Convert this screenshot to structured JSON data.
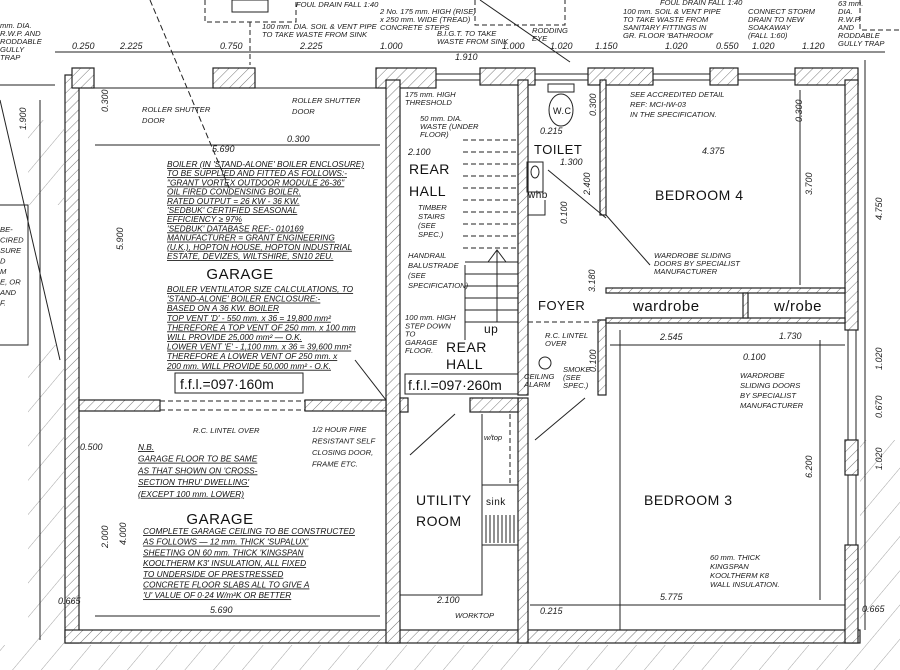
{
  "rooms": {
    "garage_upper": "GARAGE",
    "garage_lower": "GARAGE",
    "rear_hall_top": [
      "REAR",
      "HALL"
    ],
    "rear_hall_bottom": [
      "REAR",
      "HALL"
    ],
    "toilet": "TOILET",
    "foyer": "FOYER",
    "bedroom4": "BEDROOM 4",
    "bedroom3": "BEDROOM 3",
    "utility": [
      "UTILITY",
      "ROOM"
    ],
    "wardrobe": "wardrobe",
    "wrobe": "w/robe",
    "wc": "W.C",
    "whb": "whb",
    "sink": "sink",
    "up": "up"
  },
  "levels": {
    "garage_ffl": "f.f.l.=097·160m",
    "hall_ffl": "f.f.l.=097·260m"
  },
  "notes": {
    "boiler": [
      "BOILER (IN 'STAND-ALONE' BOILER ENCLOSURE)",
      "TO BE SUPPLIED AND FITTED AS FOLLOWS:-",
      "\"GRANT VORTEX OUTDOOR MODULE 26-36\"",
      "OIL FIRED CONDENSING BOILER.",
      "RATED OUTPUT = 26 KW - 36 KW.",
      "'SEDBUK' CERTIFIED SEASONAL",
      "EFFICIENCY ≥ 97%",
      "'SEDBUK' DATABASE REF:- 010169",
      "MANUFACTURER = GRANT ENGINEERING",
      "(U.K.), HOPTON HOUSE, HOPTON INDUSTRIAL",
      "ESTATE, DEVIZES, WILTSHIRE, SN10 2EU."
    ],
    "vent": [
      "BOILER VENTILATOR SIZE CALCULATIONS, TO",
      "'STAND-ALONE' BOILER ENCLOSURE:-",
      "BASED ON A 36 KW. BOILER",
      "TOP VENT 'D' - 550 mm. x 36 = 19,800 mm²",
      "THEREFORE A TOP VENT OF 250 mm. x 100 mm",
      "WILL PROVIDE 25,000 mm² — O.K.",
      "LOWER VENT 'E' - 1,100 mm. x 36 = 39,600 mm²",
      "THEREFORE A LOWER VENT OF 250 mm. x",
      "200 mm. WILL PROVIDE 50,000 mm² - O.K."
    ],
    "nb": [
      "N.B.",
      "GARAGE FLOOR TO BE SAME",
      "AS THAT SHOWN ON 'CROSS-",
      "SECTION THRU' DWELLING'",
      "(EXCEPT 100 mm. LOWER)"
    ],
    "ceiling": [
      "COMPLETE GARAGE CEILING TO BE CONSTRUCTED",
      "AS FOLLOWS — 12 mm. THICK 'SUPALUX'",
      "SHEETING ON 60 mm. THICK 'KINGSPAN",
      "KOOLTHERM K3' INSULATION, ALL FIXED",
      "TO UNDERSIDE OF PRESTRESSED",
      "CONCRETE FLOOR SLABS ALL TO GIVE A",
      "'U' VALUE OF 0·24 W/m²K OR BETTER"
    ],
    "fire_door": [
      "1/2 HOUR FIRE",
      "RESISTANT SELF",
      "CLOSING DOOR,",
      "FRAME ETC."
    ],
    "rc_lintel_garage": [
      "R.C. LINTEL OVER"
    ],
    "roller_left": [
      "ROLLER SHUTTER",
      "DOOR"
    ],
    "roller_right": [
      "ROLLER SHUTTER",
      "DOOR"
    ],
    "soil_sink": [
      "100 mm. DIA. SOIL & VENT PIPE",
      "TO TAKE WASTE FROM SINK"
    ],
    "steps": [
      "2 No. 175 mm. HIGH (RISE)",
      "x 250 mm. WIDE (TREAD)",
      "CONCRETE STEPS"
    ],
    "bigt": [
      "B.I.G.T. TO TAKE",
      "WASTE FROM SINK"
    ],
    "rodding": [
      "RODDING",
      "EYE"
    ],
    "soil_bath": [
      "100 mm. SOIL & VENT PIPE",
      "TO TAKE WASTE FROM",
      "SANITARY FITTINGS IN",
      "GR. FLOOR 'BATHROOM'"
    ],
    "storm": [
      "CONNECT STORM",
      "DRAIN TO NEW",
      "SOAKAWAY",
      "(FALL 1:60)"
    ],
    "rwp_right": [
      "63 mm.",
      "DIA.",
      "R.W.P.",
      "AND",
      "RODDABLE",
      "GULLY TRAP"
    ],
    "rwp_left": [
      "mm. DIA.",
      "R.W.P. AND",
      "RODDABLE",
      "GULLY",
      "TRAP"
    ],
    "foul_left": [
      "FOUL DRAIN FALL 1:40"
    ],
    "foul_right": [
      "FOUL DRAIN FALL 1:40"
    ],
    "threshold": [
      "175 mm. HIGH",
      "THRESHOLD"
    ],
    "waste50": [
      "50 mm. DIA.",
      "WASTE (UNDER",
      "FLOOR)"
    ],
    "timber": [
      "TIMBER",
      "STAIRS",
      "(SEE",
      "SPEC.)"
    ],
    "handrail": [
      "HANDRAIL",
      "BALUSTRADE",
      "(SEE",
      "SPECIFICATION)"
    ],
    "step_down": [
      "100 mm. HIGH",
      "STEP DOWN",
      "TO",
      "GARAGE",
      "FLOOR."
    ],
    "accredited": [
      "SEE ACCREDITED DETAIL",
      "REF: MCI-IW-03",
      "IN THE SPECIFICATION."
    ],
    "wardrobe_doors_top": [
      "WARDROBE SLIDING",
      "DOORS BY SPECIALIST",
      "MANUFACTURER"
    ],
    "wardrobe_doors_right": [
      "WARDROBE",
      "SLIDING DOORS",
      "BY SPECIALIST",
      "MANUFACTURER"
    ],
    "rc_lintel_foyer": [
      "R.C. LINTEL",
      "OVER"
    ],
    "ceiling_alarm": [
      "CEILING",
      "ALARM"
    ],
    "smoke": [
      "SMOKE",
      "(SEE",
      "SPEC.)"
    ],
    "wtop": [
      "w/top"
    ],
    "worktop": [
      "WORKTOP"
    ],
    "kingspan": [
      "60 mm. THICK",
      "KINGSPAN",
      "KOOLTHERM K8",
      "WALL INSULATION."
    ],
    "left_fragment": [
      "BE-",
      "CIRED",
      "SURE",
      "D",
      "M",
      "E, OR",
      "AND",
      "F."
    ]
  },
  "dimensions": [
    {
      "id": "t1",
      "value": "0.250"
    },
    {
      "id": "t2",
      "value": "2.225"
    },
    {
      "id": "t3",
      "value": "0.750"
    },
    {
      "id": "t4",
      "value": "2.225"
    },
    {
      "id": "t5",
      "value": "1.000"
    },
    {
      "id": "t6",
      "value": "1.910"
    },
    {
      "id": "t7",
      "value": "1.000"
    },
    {
      "id": "t8",
      "value": "1.020"
    },
    {
      "id": "t9",
      "value": "1.150"
    },
    {
      "id": "t10",
      "value": "1.020"
    },
    {
      "id": "t11",
      "value": "0.550"
    },
    {
      "id": "t12",
      "value": "1.020"
    },
    {
      "id": "t13",
      "value": "1.120"
    },
    {
      "id": "g1",
      "value": "5.690"
    },
    {
      "id": "g2",
      "value": "5.690"
    },
    {
      "id": "g3",
      "value": "5.900"
    },
    {
      "id": "g4",
      "value": "1.900"
    },
    {
      "id": "g5",
      "value": "4.000"
    },
    {
      "id": "g6",
      "value": "2.000"
    },
    {
      "id": "g7",
      "value": "0.500"
    },
    {
      "id": "g8",
      "value": "0.300"
    },
    {
      "id": "g9",
      "value": "0.665"
    },
    {
      "id": "g10",
      "value": "0.300"
    },
    {
      "id": "h1",
      "value": "2.100"
    },
    {
      "id": "h2",
      "value": "2.100"
    },
    {
      "id": "w1",
      "value": "0.215"
    },
    {
      "id": "w2",
      "value": "1.300"
    },
    {
      "id": "w3",
      "value": "2.400"
    },
    {
      "id": "w4",
      "value": "0.100"
    },
    {
      "id": "w5",
      "value": "3.180"
    },
    {
      "id": "w6",
      "value": "0.215"
    },
    {
      "id": "w7",
      "value": "0.300"
    },
    {
      "id": "w8",
      "value": "0.100"
    },
    {
      "id": "b1",
      "value": "4.375"
    },
    {
      "id": "b2",
      "value": "3.700"
    },
    {
      "id": "b3",
      "value": "4.750"
    },
    {
      "id": "b4",
      "value": "2.545"
    },
    {
      "id": "b5",
      "value": "1.730"
    },
    {
      "id": "b6",
      "value": "0.100"
    },
    {
      "id": "b7",
      "value": "1.020"
    },
    {
      "id": "b8",
      "value": "0.670"
    },
    {
      "id": "b9",
      "value": "1.020"
    },
    {
      "id": "b10",
      "value": "6.200"
    },
    {
      "id": "b11",
      "value": "5.775"
    },
    {
      "id": "b12",
      "value": "0.300"
    },
    {
      "id": "b13",
      "value": "0.665"
    }
  ]
}
